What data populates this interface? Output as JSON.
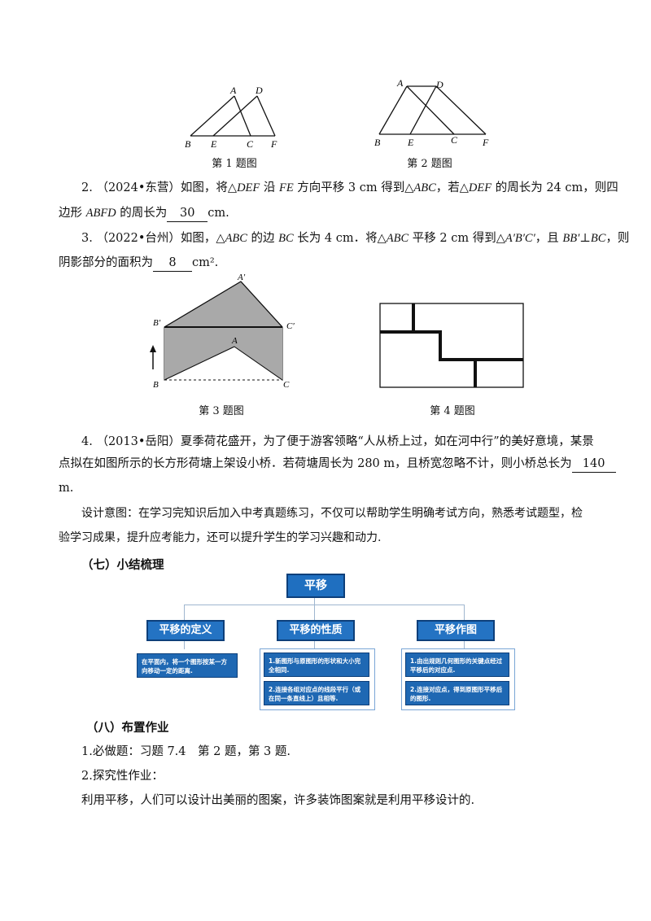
{
  "figures": {
    "fig1": {
      "caption": "第 1 题图",
      "labels": {
        "A": "A",
        "D": "D",
        "B": "B",
        "E": "E",
        "C": "C",
        "F": "F"
      }
    },
    "fig2": {
      "caption": "第 2 题图",
      "labels": {
        "A": "A",
        "D": "D",
        "B": "B",
        "E": "E",
        "C": "C",
        "F": "F"
      }
    },
    "fig3": {
      "caption": "第 3 题图",
      "labels": {
        "Ap": "A′",
        "Bp": "B′",
        "Cp": "C′",
        "A": "A",
        "B": "B",
        "C": "C"
      }
    },
    "fig4": {
      "caption": "第 4 题图"
    }
  },
  "q2": {
    "line1_a": "2. （2024•东营）如图，将△",
    "line1_b": "DEF",
    "line1_c": " 沿 ",
    "line1_d": "FE",
    "line1_e": " 方向平移 3 cm 得到△",
    "line1_f": "ABC",
    "line1_g": "，若△",
    "line1_h": "DEF",
    "line1_i": " 的周长为 24 cm，则四",
    "line2_a": "边形 ",
    "line2_b": "ABFD",
    "line2_c": " 的周长为",
    "answer": "30",
    "line2_d": "cm."
  },
  "q3": {
    "line1_a": "3. （2022•台州）如图，△",
    "line1_b": "ABC",
    "line1_c": " 的边 ",
    "line1_d": "BC",
    "line1_e": " 长为 4 cm．将△",
    "line1_f": "ABC",
    "line1_g": " 平移 2 cm 得到△",
    "line1_h": "A′B′C′",
    "line1_i": "，且 ",
    "line1_j": "BB′",
    "line1_k": "⊥",
    "line1_l": "BC",
    "line1_m": "，则",
    "line2_a": "阴影部分的面积为",
    "answer": "8",
    "line2_b": "cm²."
  },
  "q4": {
    "line1": "4. （2013•岳阳）夏季荷花盛开，为了便于游客领略“人从桥上过，如在河中行”的美好意境，某景",
    "line2_a": "点拟在如图所示的长方形荷塘上架设小桥．若荷塘周长为 280 m，且桥宽忽略不计，则小桥总长为",
    "answer": "140",
    "line3": "m."
  },
  "design": {
    "line1": "设计意图：在学习完知识后加入中考真题练习，不仅可以帮助学生明确考试方向，熟悉考试题型，检",
    "line2": "验学习成果，提升应考能力，还可以提升学生的学习兴趣和动力."
  },
  "section7": {
    "heading": "（七）小结梳理"
  },
  "mindmap": {
    "root": "平移",
    "branches": [
      {
        "title": "平移的定义",
        "notes": [
          "在平面内，将一个图形按某一方向移动一定的距离."
        ]
      },
      {
        "title": "平移的性质",
        "notes": [
          "1.新图形与原图形的形状和大小完全相同.",
          "2.连接各组对应点的线段平行（或在同一条直线上）且相等."
        ]
      },
      {
        "title": "平移作图",
        "notes": [
          "1.由出规则几何图形的关键点经过平移后的对应点.",
          "2.连接对应点，得到原图形平移后的图形."
        ]
      }
    ]
  },
  "section8": {
    "heading": "（八）布置作业",
    "item1": "1.必做题：习题 7.4　第 2 题，第 3 题.",
    "item2": "2.探究性作业：",
    "item3": "利用平移，人们可以设计出美丽的图案，许多装饰图案就是利用平移设计的."
  }
}
